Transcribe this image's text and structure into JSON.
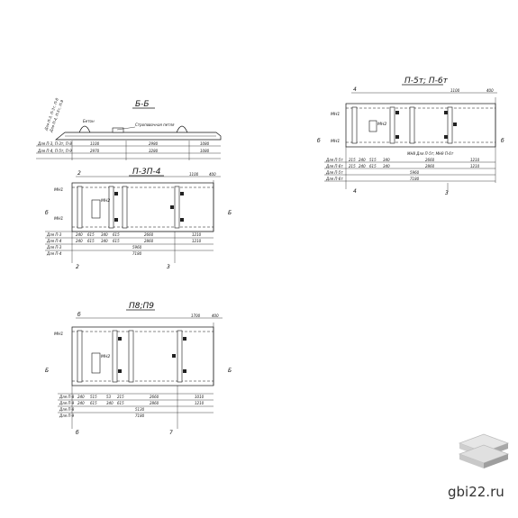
{
  "section_bb": {
    "title": "Б-Б",
    "notes": [
      "Для П-3, П-3т, П-8",
      "Для П-4, П-5т, П-9"
    ],
    "labels": [
      "Строповочная петля",
      "Бетон"
    ],
    "dims_row1": [
      "1100",
      "2980",
      "1080"
    ],
    "dims_row2": [
      "2970",
      "3280",
      "1080"
    ]
  },
  "plan_p5t": {
    "title": "П-5т; П-6т",
    "mark": "МН1",
    "mark2": "МН2",
    "note": "МН8 Для П-5т; МН9 П-6т",
    "rows": [
      "Для П-5т",
      "Для П-6т",
      "Для П-5т",
      "Для П-6т"
    ],
    "dims_row1": [
      "215",
      "240",
      "515",
      "340",
      "2660",
      "1210"
    ],
    "dims_row2": [
      "215",
      "240",
      "615",
      "340",
      "2860",
      "1210"
    ],
    "total1": "5960",
    "total2": "7180",
    "top_dims": [
      "1100",
      "400"
    ],
    "axis_marks": [
      "4",
      "3"
    ],
    "cut_marks": [
      "б",
      "б"
    ]
  },
  "plan_p3": {
    "title": "П-3П-4",
    "mark": "МН1",
    "mark2": "МН2",
    "rows": [
      "Для П-3",
      "Для П-4",
      "Для П-3",
      "Для П-4"
    ],
    "dims_row1": [
      "240",
      "615",
      "340",
      "615",
      "2660",
      "1210"
    ],
    "dims_row2": [
      "240",
      "615",
      "340",
      "615",
      "2860",
      "1210"
    ],
    "total1": "5960",
    "total2": "7180",
    "top_dims": [
      "1100",
      "400"
    ],
    "axis_marks": [
      "2",
      "3"
    ],
    "cut_marks": [
      "б",
      "Б"
    ]
  },
  "plan_p8": {
    "title": "П8;П9",
    "mark": "МН1",
    "mark2": "МН2",
    "rows": [
      "Для П-8",
      "Для П-9",
      "Для П-8",
      "Для П-9"
    ],
    "dims_row1": [
      "240",
      "515",
      "53",
      "215",
      "2660",
      "1010"
    ],
    "dims_row2": [
      "240",
      "615",
      "340",
      "615",
      "2860",
      "1210"
    ],
    "total1": "5130",
    "total2": "7180",
    "top_dims": [
      "1700",
      "400"
    ],
    "axis_marks": [
      "б",
      "7"
    ],
    "cut_marks": [
      "Б",
      "Б"
    ]
  },
  "watermark": {
    "text": "gbi22.ru",
    "icon": "stacked-slabs-icon"
  }
}
